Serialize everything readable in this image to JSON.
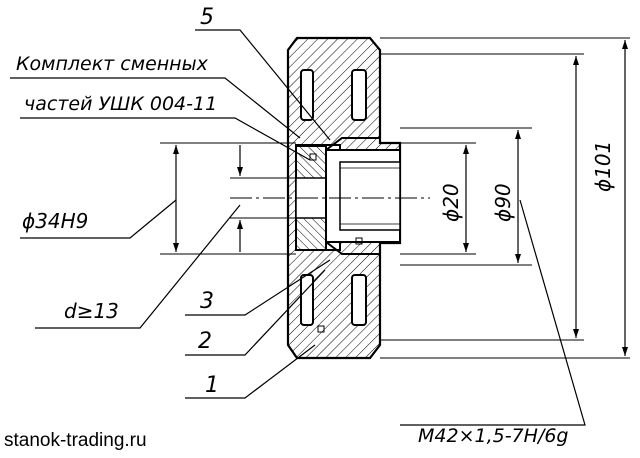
{
  "labels": {
    "part5": "5",
    "kit_line1": "Комплект сменных",
    "kit_line2": "частей УШК 004-11",
    "dia34": "ϕ34H9",
    "d13": "d≥13",
    "part3": "3",
    "part2": "2",
    "part1": "1",
    "dia20": "ϕ20",
    "dia90": "ϕ90",
    "dia101": "ϕ101",
    "thread": "M42×1,5-7H/6g"
  },
  "watermark": "stanok-trading.ru",
  "colors": {
    "line": "#000000",
    "background": "#ffffff"
  }
}
